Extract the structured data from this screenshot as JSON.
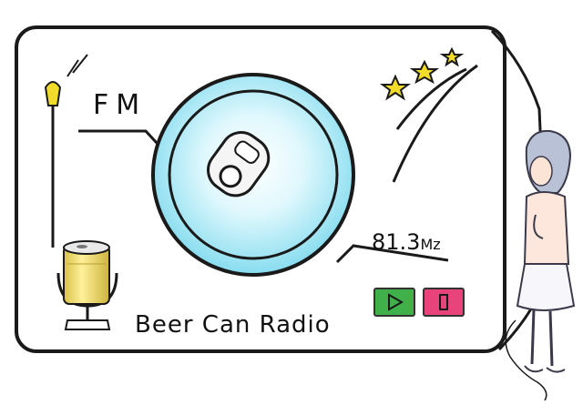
{
  "band_label": "FM",
  "frequency": {
    "value": "81.3",
    "unit": "Mz"
  },
  "title": "Beer Can Radio",
  "controls": {
    "play_icon": "play-icon",
    "stop_icon": "stop-icon"
  },
  "colors": {
    "dial_fill": "#bff0fb",
    "play": "#3fb04a",
    "stop": "#e8437a",
    "star": "#f2dc2a",
    "can": "#f4e46a"
  }
}
